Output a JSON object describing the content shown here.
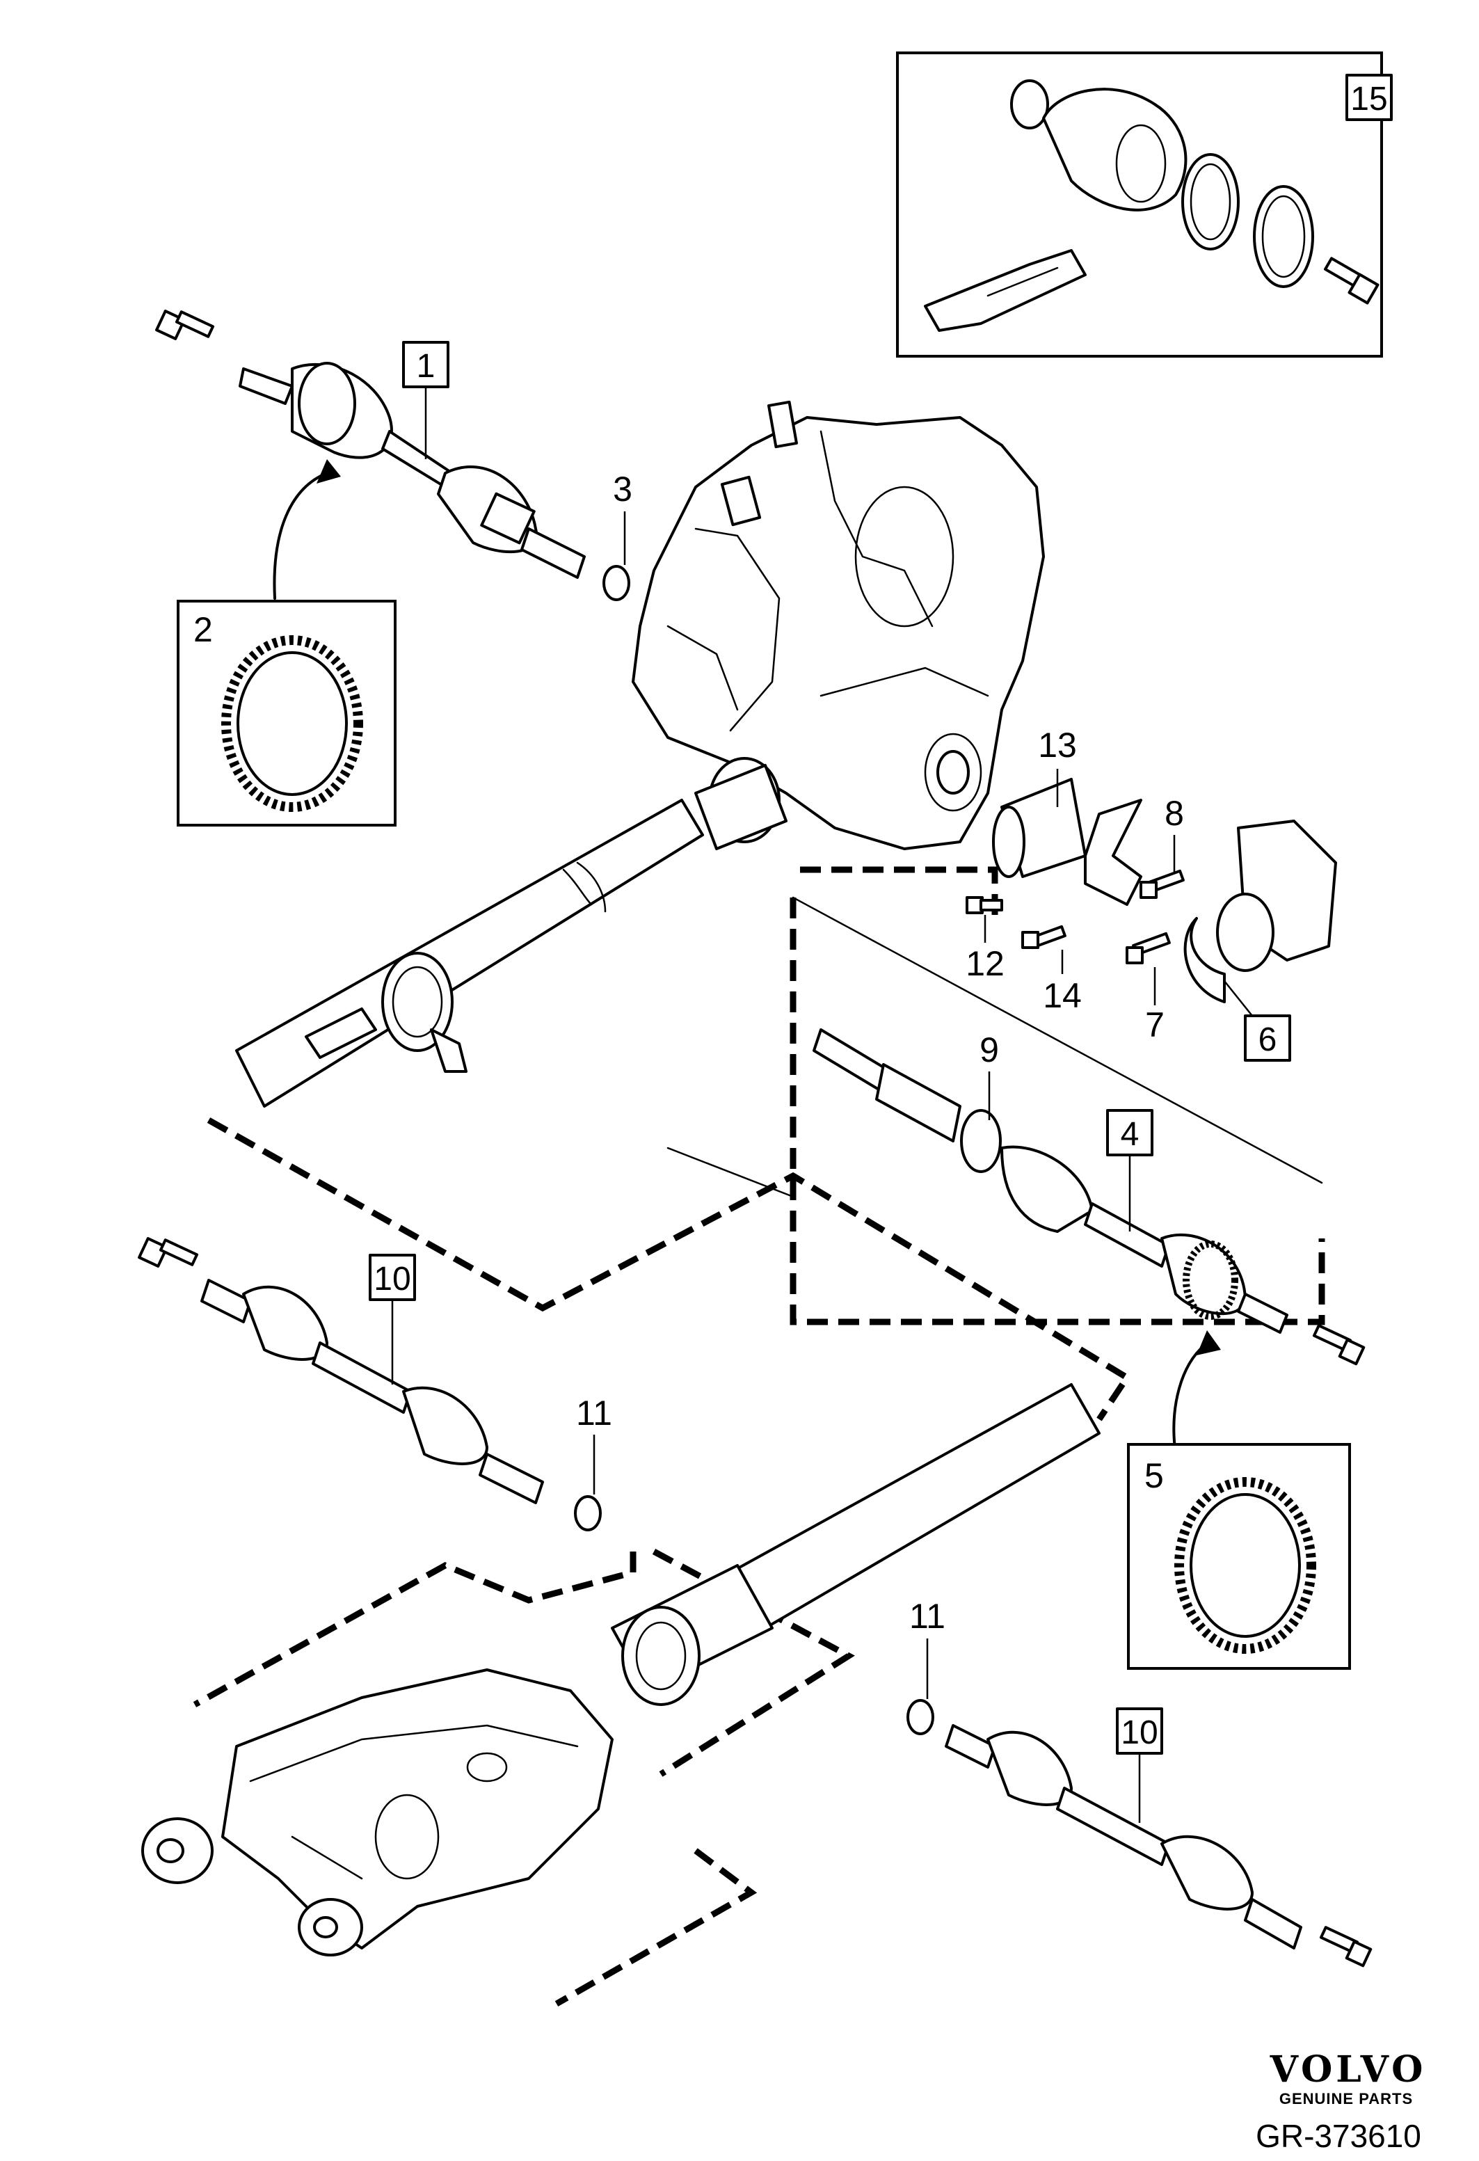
{
  "callouts": {
    "c1": "1",
    "c2": "2",
    "c3": "3",
    "c4": "4",
    "c5": "5",
    "c6": "6",
    "c7": "7",
    "c8": "8",
    "c9": "9",
    "c10a": "10",
    "c10b": "10",
    "c11a": "11",
    "c11b": "11",
    "c12": "12",
    "c13": "13",
    "c14": "14",
    "c15": "15"
  },
  "brand": {
    "name": "VOLVO",
    "tagline": "GENUINE PARTS"
  },
  "reference": "GR-373610"
}
